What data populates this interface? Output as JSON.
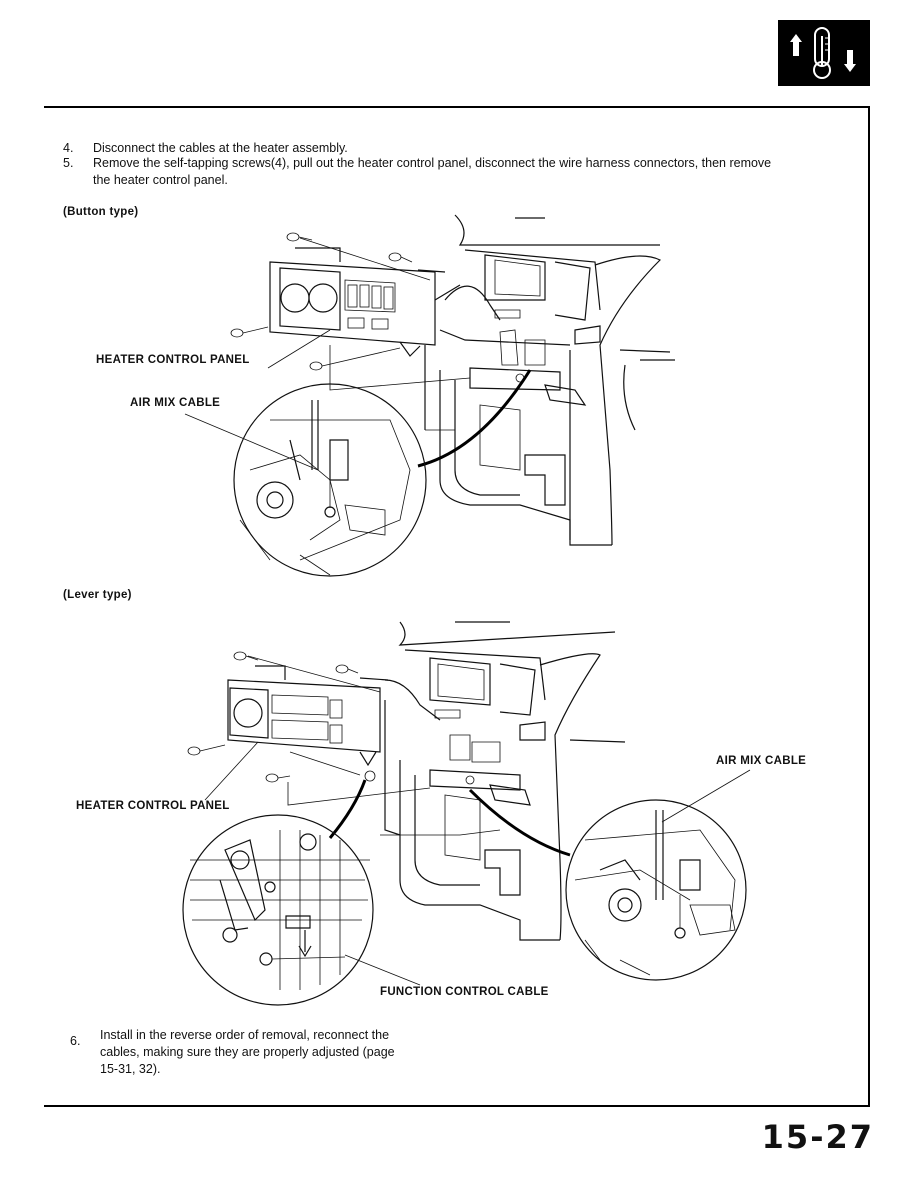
{
  "steps": [
    {
      "num": "4.",
      "text": "Disconnect the cables at the heater assembly."
    },
    {
      "num": "5.",
      "line1": "Remove the self-tapping screws(4), pull out the heater control panel, disconnect the wire harness connectors, then remove",
      "line2": "the heater control panel."
    },
    {
      "num": "6.",
      "line1": "Install in the reverse order of removal, reconnect the",
      "line2": "cables, making sure they are properly adjusted (page",
      "line3": "15-31, 32)."
    }
  ],
  "button_type": {
    "heading": "(Button type)",
    "label_panel": "HEATER CONTROL PANEL",
    "label_cable": "AIR MIX CABLE"
  },
  "lever_type": {
    "heading": "(Lever type)",
    "label_air_mix": "AIR MIX CABLE",
    "label_panel": "HEATER CONTROL PANEL",
    "label_function": "FUNCTION CONTROL CABLE"
  },
  "page_number": "15-27",
  "icon": "heater-temperature-icon"
}
